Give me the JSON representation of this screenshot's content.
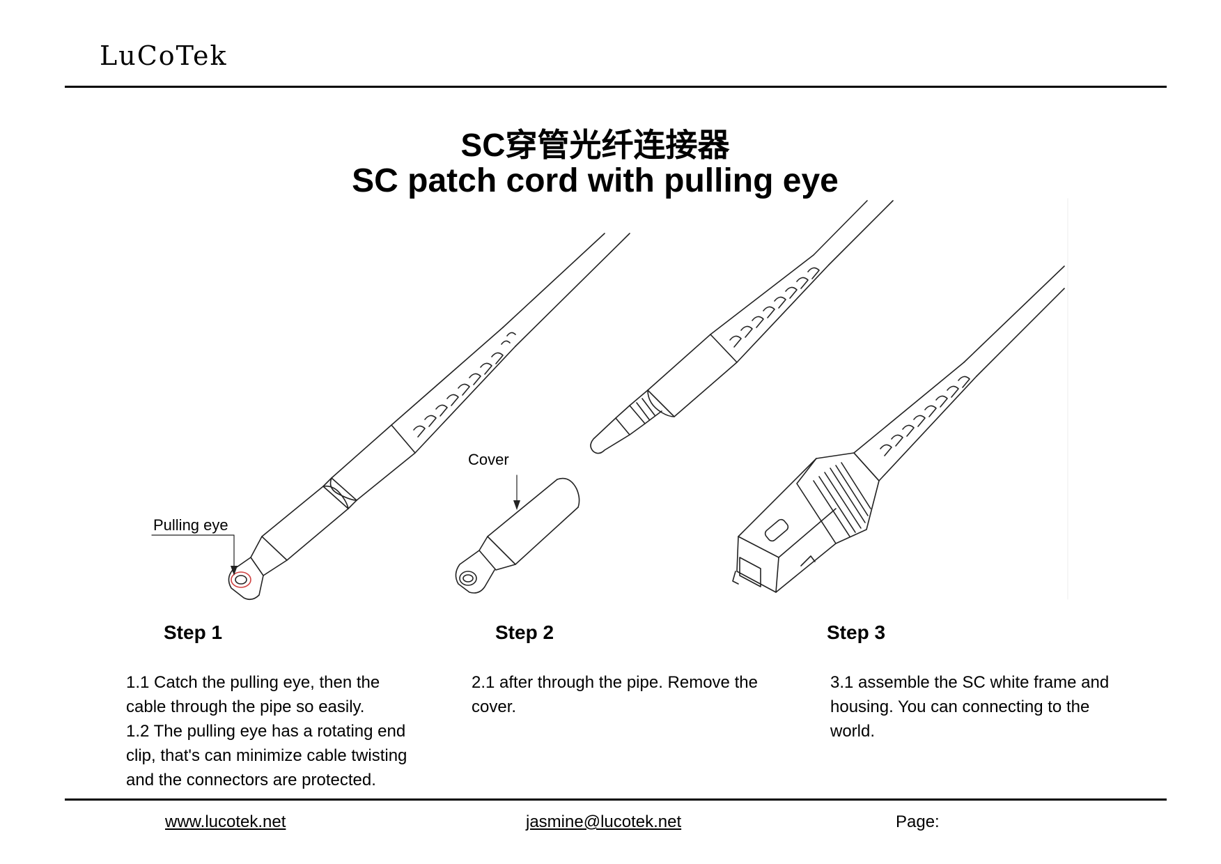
{
  "header": {
    "logo_text": "LuCoTek"
  },
  "title": {
    "chinese": "SC穿管光纤连接器",
    "english": "SC patch cord with pulling eye"
  },
  "figure": {
    "callout_pulling_eye": "Pulling eye",
    "callout_cover": "Cover"
  },
  "steps": [
    {
      "title": "Step 1",
      "lines": [
        "1.1 Catch the pulling eye, then the",
        "cable through the pipe so easily.",
        "1.2 The pulling eye has a rotating end",
        "clip, that's can minimize cable twisting",
        "and the connectors are protected."
      ]
    },
    {
      "title": "Step 2",
      "lines": [
        "2.1 after through the pipe. Remove the",
        "cover."
      ]
    },
    {
      "title": "Step 3",
      "lines": [
        "3.1 assemble the SC white frame and",
        "housing. You can connecting to the",
        "world."
      ]
    }
  ],
  "footer": {
    "website": "www.lucotek.net",
    "email": "jasmine@lucotek.net",
    "page_label": "Page:"
  }
}
